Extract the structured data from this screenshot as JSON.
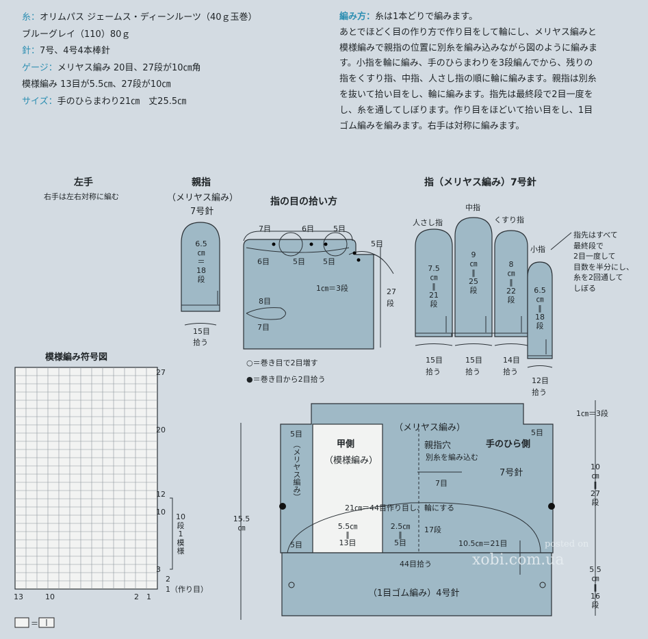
{
  "spec": {
    "yarn_label": "糸：",
    "yarn": "オリムパス ジェームス・ディーンルーツ（40ｇ玉巻）",
    "color_line": "ブルーグレイ（110）80ｇ",
    "needle_label": "針：",
    "needle": "7号、4号4本棒針",
    "gauge_label": "ゲージ：",
    "gauge": "メリヤス編み 20目、27段が10㎝角",
    "pattern_line": "模様編み 13目が5.5㎝、27段が10㎝",
    "size_label": "サイズ：",
    "size": "手のひらまわり21㎝　丈25.5㎝"
  },
  "instructions": {
    "label": "編み方：",
    "lines": [
      "糸は1本どりで編みます。",
      "あとでほどく目の作り方で作り目をして輪にし、メリヤス編みと",
      "模様編みで親指の位置に別糸を編み込みながら図のように編みま",
      "す。小指を輪に編み、手のひらまわりを3段編んでから、残りの",
      "指をくすり指、中指、人さし指の順に輪に編みます。親指は別糸",
      "を抜いて拾い目をし、輪に編みます。指先は最終段で2目一度を",
      "し、糸を通してしぼります。作り目をほどいて拾い目をし、1目",
      "ゴム編みを編みます。右手は対称に編みます。"
    ]
  },
  "left_hand": {
    "title": "左手",
    "note": "右手は左右対称に編む"
  },
  "thumb": {
    "title": "親指",
    "sub": "（メリヤス編み）",
    "needle": "7号針",
    "length": [
      "6.5",
      "㎝",
      "＝",
      "18",
      "段"
    ],
    "pick": "15目",
    "pick_label": "拾う"
  },
  "pickup": {
    "title": "指の目の拾い方",
    "labels": [
      "7目",
      "6目",
      "5目",
      "6目",
      "5目",
      "5目",
      "5目",
      "1㎝＝3段",
      "27",
      "段",
      "8目",
      "7目"
    ]
  },
  "legend": {
    "circle": "○＝巻き目で2目増す",
    "dot": "●＝巻き目から2目拾う"
  },
  "fingers": {
    "title": "指（メリヤス編み）7号針",
    "note": [
      "指先はすべて",
      "最終段で",
      "2目一度して",
      "目数を半分にし、",
      "糸を2回通して",
      "しぼる"
    ],
    "items": [
      {
        "name": "人さし指",
        "len": [
          "7.5",
          "㎝",
          "‖",
          "21",
          "段"
        ],
        "pick": "15目"
      },
      {
        "name": "中指",
        "len": [
          "9",
          "㎝",
          "‖",
          "25",
          "段"
        ],
        "pick": "15目"
      },
      {
        "name": "くすり指",
        "len": [
          "8",
          "㎝",
          "‖",
          "22",
          "段"
        ],
        "pick": "14目"
      },
      {
        "name": "小指",
        "len": [
          "6.5",
          "㎝",
          "‖",
          "18",
          "段"
        ],
        "pick": "12目"
      }
    ],
    "pick_label": "拾う"
  },
  "chart": {
    "title": "模様編み符号図",
    "right_nums": [
      "27",
      "20",
      "12",
      "10",
      "3",
      "2",
      "1（作り目）"
    ],
    "bottom_nums": [
      "13",
      "10",
      "2",
      "1"
    ],
    "repeat": [
      "10",
      "段",
      "1",
      "模",
      "様"
    ],
    "key": "＝"
  },
  "body": {
    "top_right": "1㎝＝3段",
    "height": [
      "15.5",
      "㎝"
    ],
    "labels": {
      "five_tl": "5目",
      "meriyasu_v": "（メリヤス編み）",
      "kou_title": "甲側",
      "kou_sub": "（模様編み）",
      "meriyasu_top": "（メリヤス編み）",
      "thumb_hole": "親指穴",
      "thumb_hole_sub": "別糸を編み込む",
      "palm": "手のひら側",
      "needle7": "7号針",
      "five_tr": "5目",
      "seven": "7目",
      "cast_on": "21㎝＝44目作り目し、輪にする",
      "w55": "5.5㎝",
      "eq": "‖",
      "w13": "13目",
      "w25": "2.5㎝",
      "eq2": "‖",
      "w5b": "5目",
      "r17": "17段",
      "r105": "10.5㎝＝21目",
      "five_bl": "5目",
      "pick44": "44目拾う",
      "rib": "（1目ゴム編み）4号針"
    },
    "right_dims": [
      "10",
      "㎝",
      "‖",
      "27",
      "段"
    ],
    "right_dims2": [
      "5.5",
      "㎝",
      "‖",
      "16",
      "段"
    ]
  },
  "watermark": {
    "line1": "posted on",
    "line2": "xobi.com.ua"
  }
}
